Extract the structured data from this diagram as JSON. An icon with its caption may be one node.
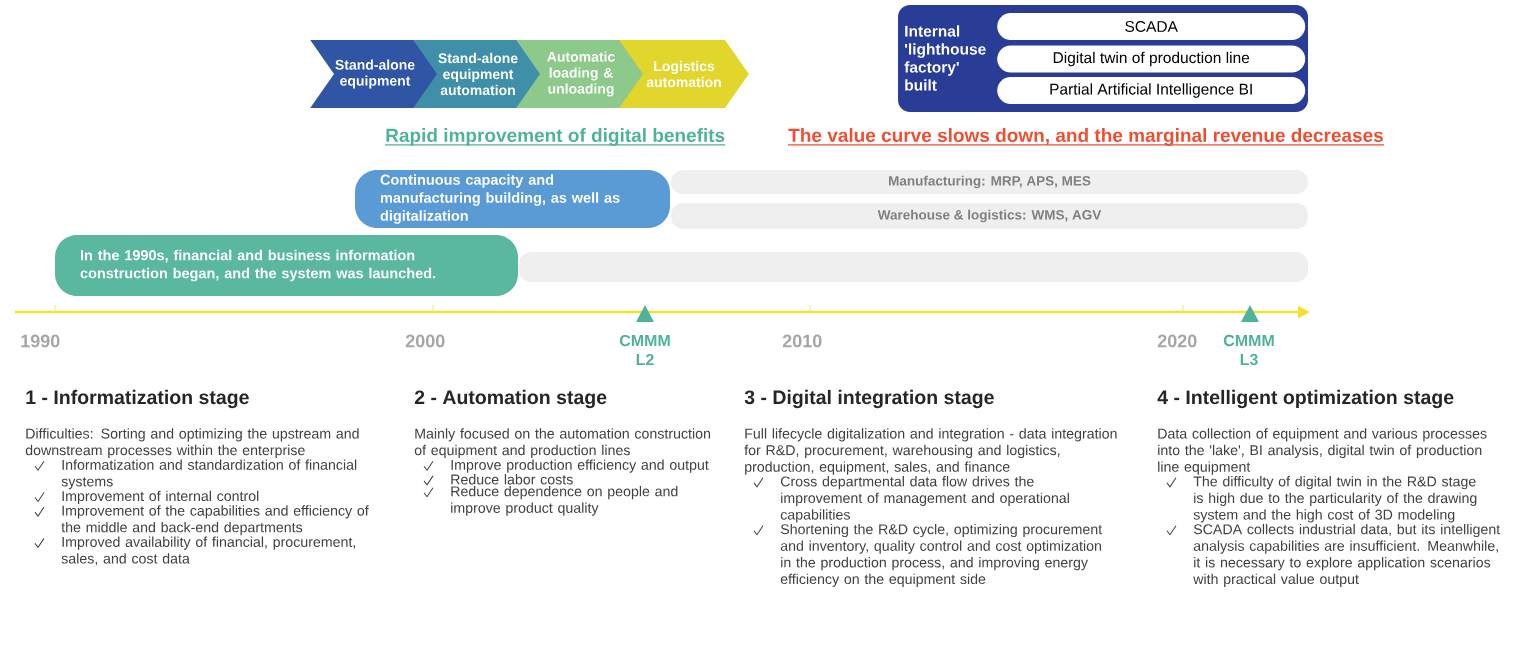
{
  "diagram": {
    "nodes": [
      {
        "text": [
          "Stand-alone equipment"
        ]
      },
      {
        "text": [
          "Stand-alone equipment automation"
        ]
      },
      {
        "text": [
          "Automatic loading & unloading"
        ]
      },
      {
        "text": [
          "Logistics automation"
        ]
      },
      {
        "text": [
          "Internal 'lighthouse factory' built"
        ]
      },
      {
        "text": [
          "SCADA"
        ],
        "in": 4
      },
      {
        "text": [
          "Digital twin of production line"
        ],
        "in": 4
      },
      {
        "text": [
          "Partial Artificial Intelligence BI"
        ],
        "in": 4
      },
      {
        "text": [
          "Continuous capacity and manufacturing building, as well as digitalization"
        ]
      },
      {
        "text": [
          "Manufacturing: MRP, APS, MES"
        ]
      },
      {
        "text": [
          "Warehouse & logistics: WMS, AGV"
        ]
      },
      {
        "text": [
          "In the 1990s, financial and business information construction began, and the system was launched."
        ]
      },
      {
        "text": [],
        "shape": "bar"
      }
    ],
    "labels": [
      "Rapid improvement of digital benefits",
      "The value curve slows down, and the marginal revenue decreases",
      "1990",
      "2000",
      "CMMM L2",
      "2010",
      "2020",
      "CMMM L3",
      "1 - Informatization stage",
      "Difficulties: Sorting and optimizing the upstream and downstream processes within the enterprise",
      "Informatization and standardization of financial systems",
      "Improvement of internal control",
      "Improvement of the capabilities and efficiency of the middle and back-end departments",
      "Improved availability of financial, procurement, sales, and cost data",
      "2 - Automation stage",
      "Mainly focused on the automation construction of equipment and production lines",
      "Improve production efficiency and output",
      "Reduce labor costs",
      "Reduce dependence on people and improve product quality",
      "3 - Digital integration stage",
      "Full lifecycle digitalization and integration - data integration for R&D, procurement, warehousing and logistics, production, equipment, sales, and finance",
      "Cross departmental data flow drives the improvement of management and operational capabilities",
      "Shortening the R&D cycle, optimizing procurement and inventory, quality control and cost optimization in the production process, and improving energy efficiency on the equipment side",
      "4 - Intelligent optimization stage",
      "Data collection of equipment and various processes into the 'lake', BI analysis, digital twin of production line equipment",
      "The difficulty of digital twin in the R&D stage is high due to the particularity of the drawing system and the high cost of 3D modeling",
      "SCADA collects industrial data, but its intelligent analysis capabilities are insufficient. Meanwhile, it is necessary to explore application scenarios with practical value output"
    ]
  }
}
